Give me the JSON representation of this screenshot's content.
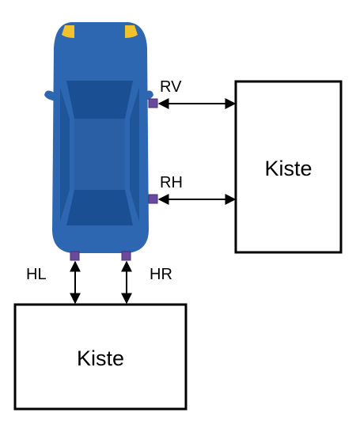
{
  "sensors": {
    "rv": "RV",
    "rh": "RH",
    "hl": "HL",
    "hr": "HR"
  },
  "boxes": {
    "right": "Kiste",
    "bottom": "Kiste"
  },
  "colors": {
    "car_body": "#2e67b1",
    "car_dark": "#1f5699",
    "car_glass": "#1a4f94",
    "headlight": "#f2c12e",
    "sensor": "#6b4a9e",
    "line": "#000000"
  }
}
